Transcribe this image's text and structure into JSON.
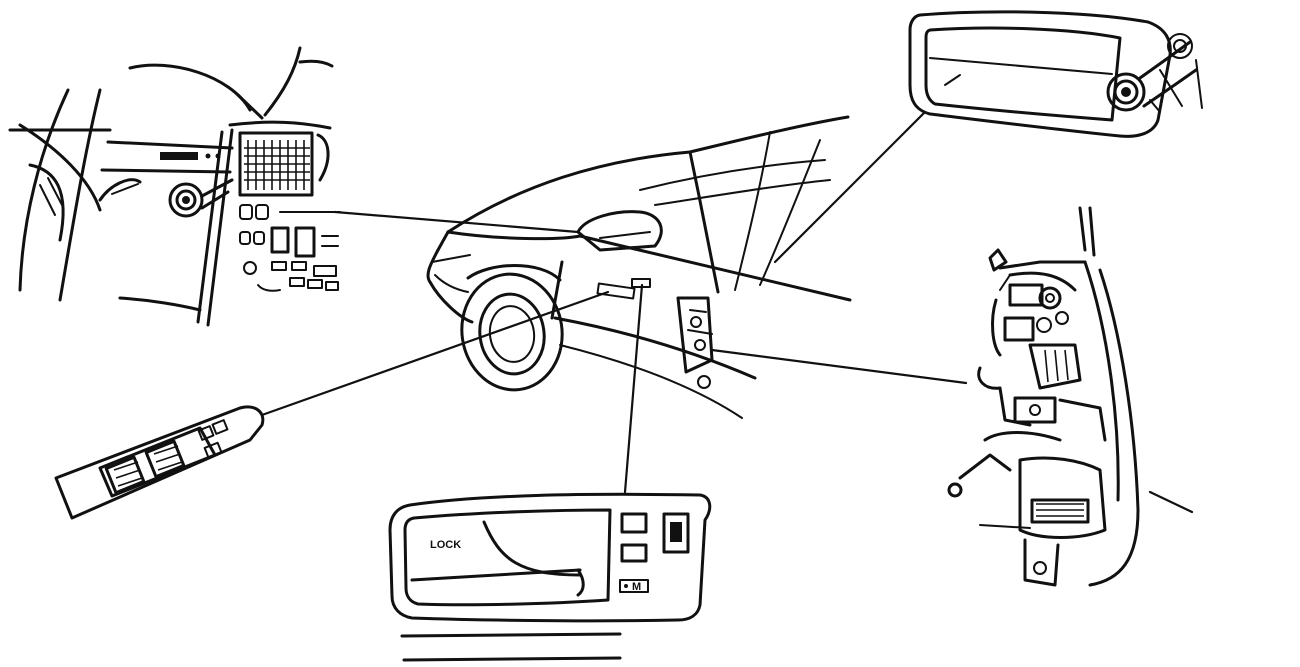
{
  "diagram": {
    "components": [
      {
        "id": "dashboard-ignition"
      },
      {
        "id": "outside-door-handle-key-cylinder"
      },
      {
        "id": "door-lock-actuator"
      },
      {
        "id": "power-window-master-switch"
      },
      {
        "id": "inside-door-handle-lock-switch",
        "label": "LOCK"
      },
      {
        "id": "car-front-view"
      }
    ]
  }
}
